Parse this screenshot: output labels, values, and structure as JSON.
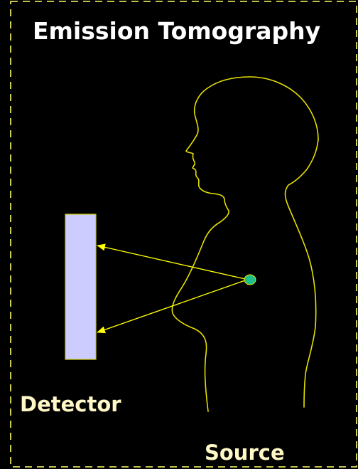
{
  "title": "Emission Tomography",
  "labels": {
    "detector": "Detector",
    "source": "Source"
  },
  "colors": {
    "background": "#000000",
    "frame": "#ffff66",
    "title_text": "#ffffff",
    "label_text": "#fff8c6",
    "body_outline": "#e6e000",
    "detector_fill": "#ccccff",
    "detector_stroke": "#c8c800",
    "arrow": "#ffff00",
    "source_fill": "#1fc08a",
    "source_stroke": "#e6e000"
  }
}
